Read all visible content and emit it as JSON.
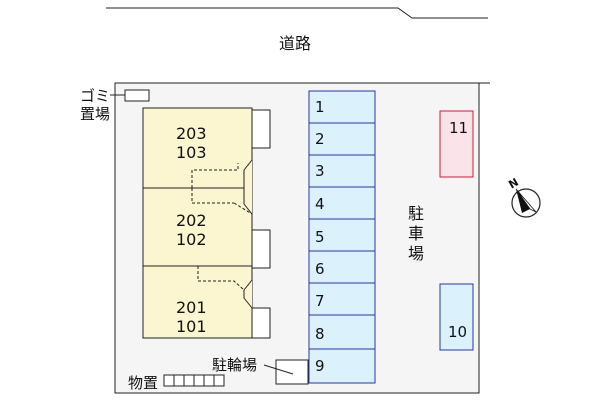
{
  "road": {
    "label": "道路"
  },
  "garbage": {
    "label_line1": "ゴミ",
    "label_line2": "置場"
  },
  "buildings": [
    {
      "upper": "203",
      "lower": "103"
    },
    {
      "upper": "202",
      "lower": "102"
    },
    {
      "upper": "201",
      "lower": "101"
    }
  ],
  "parking": {
    "slots": [
      "1",
      "2",
      "3",
      "4",
      "5",
      "6",
      "7",
      "8",
      "9"
    ],
    "slot_11": "11",
    "slot_10": "10",
    "lot_label": {
      "line1": "駐",
      "line2": "車",
      "line3": "場"
    }
  },
  "bicycle_parking": {
    "label": "駐輪場"
  },
  "storage": {
    "label": "物置"
  },
  "compass": {
    "label": "N"
  },
  "colors": {
    "building_fill": "#fbf6cf",
    "slot_fill": "#dbf1fb",
    "slot_border": "#2a36a0",
    "special_slot_fill": "#fbe3ea",
    "special_slot_border": "#d11a3a"
  }
}
